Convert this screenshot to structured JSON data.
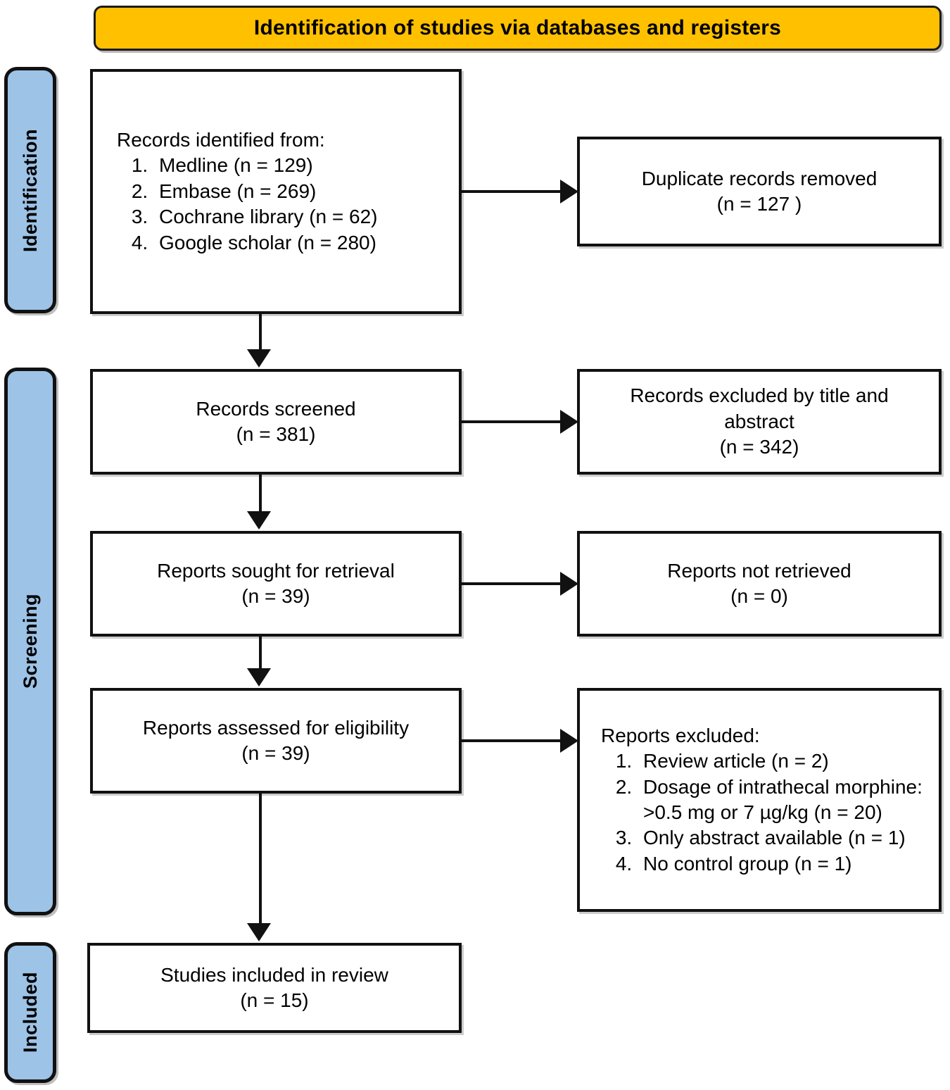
{
  "banner": {
    "title": "Identification of studies via databases and registers",
    "fill_color": "#FFC000"
  },
  "stages": {
    "fill_color": "#9DC3E6",
    "identification": "Identification",
    "screening": "Screening",
    "included": "Included"
  },
  "boxes": {
    "identified": {
      "heading": "Records identified from:",
      "items": [
        "Medline (n = 129)",
        "Embase (n = 269)",
        "Cochrane library (n = 62)",
        "Google scholar (n = 280)"
      ]
    },
    "duplicates": {
      "line1": "Duplicate records removed",
      "line2": "(n = 127 )"
    },
    "screened": {
      "line1": "Records screened",
      "line2": "(n = 381)"
    },
    "excluded_title_abstract": {
      "line1": "Records excluded by title and",
      "line2": "abstract",
      "line3": "(n = 342)"
    },
    "sought": {
      "line1": "Reports sought for retrieval",
      "line2": "(n = 39)"
    },
    "not_retrieved": {
      "line1": "Reports not retrieved",
      "line2": "(n = 0)"
    },
    "eligibility": {
      "line1": "Reports assessed for eligibility",
      "line2": "(n = 39)"
    },
    "reports_excluded": {
      "heading": "Reports excluded:",
      "items": [
        "Review article (n = 2)",
        "Dosage of intrathecal morphine: >0.5 mg or 7 µg/kg (n = 20)",
        "Only abstract available (n = 1)",
        "No control group (n = 1)"
      ]
    },
    "included": {
      "line1": "Studies included in review",
      "line2": "(n = 15)"
    }
  }
}
